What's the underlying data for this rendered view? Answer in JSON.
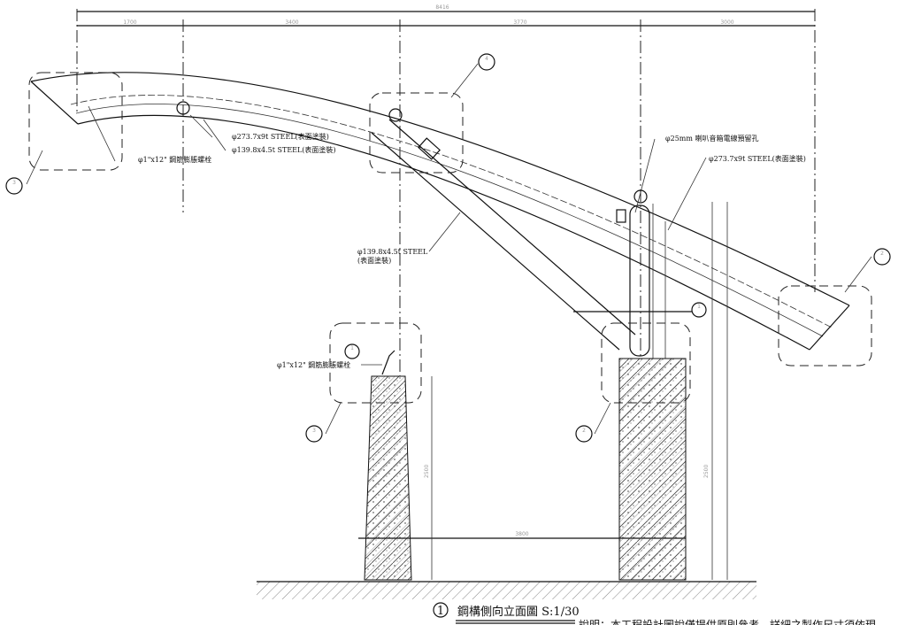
{
  "dimensions": {
    "overall": "8416",
    "spans": [
      "1700",
      "3400",
      "3770",
      "3000"
    ],
    "column_spacing": "3800",
    "left_column_height": "2500",
    "right_column_height": "2500"
  },
  "labels": {
    "main_tube_left": "φ273.7x9t STEEL(表面塗裝)",
    "inner_tube_left": "φ139.8x4.5t STEEL(表面塗裝)",
    "anchor_left": "φ1\"x12\" 鋼筋膨脹螺栓",
    "speaker_hole": "φ25mm 喇叭音箱電線預留孔",
    "main_tube_right": "φ273.7x9t STEEL(表面塗裝)",
    "brace_line1": "φ139.8x4.5t STEEL",
    "brace_line2": "(表面塗裝)",
    "anchor_mid": "φ1\"x12\" 鋼筋膨脹螺栓"
  },
  "callouts": [
    "4",
    "3",
    "2",
    "3",
    "1",
    "1",
    "2"
  ],
  "title": {
    "number": "1",
    "text": "鋼構側向立面圖 S:1/30"
  },
  "note": "說明：本工程設計圖說僅提供原則參考，詳細之製作尺寸須依現"
}
